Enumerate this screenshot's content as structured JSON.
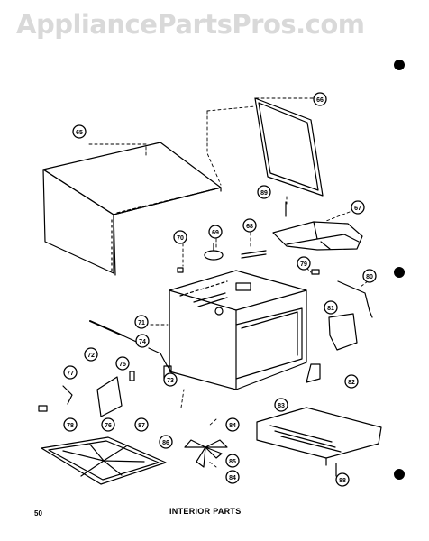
{
  "watermark": "AppliancePartsPros.com",
  "page_number": "50",
  "caption": "INTERIOR PARTS",
  "callouts": [
    {
      "id": "c65",
      "label": "65"
    },
    {
      "id": "c66",
      "label": "66"
    },
    {
      "id": "c67",
      "label": "67"
    },
    {
      "id": "c68",
      "label": "68"
    },
    {
      "id": "c69",
      "label": "69"
    },
    {
      "id": "c70",
      "label": "70"
    },
    {
      "id": "c71",
      "label": "71"
    },
    {
      "id": "c72",
      "label": "72"
    },
    {
      "id": "c73",
      "label": "73"
    },
    {
      "id": "c74",
      "label": "74"
    },
    {
      "id": "c75",
      "label": "75"
    },
    {
      "id": "c76",
      "label": "76"
    },
    {
      "id": "c77",
      "label": "77"
    },
    {
      "id": "c78",
      "label": "78"
    },
    {
      "id": "c79",
      "label": "79"
    },
    {
      "id": "c80",
      "label": "80"
    },
    {
      "id": "c81",
      "label": "81"
    },
    {
      "id": "c82",
      "label": "82"
    },
    {
      "id": "c83",
      "label": "83"
    },
    {
      "id": "c84a",
      "label": "84"
    },
    {
      "id": "c84b",
      "label": "84"
    },
    {
      "id": "c85",
      "label": "85"
    },
    {
      "id": "c86",
      "label": "86"
    },
    {
      "id": "c87",
      "label": "87"
    },
    {
      "id": "c88",
      "label": "88"
    },
    {
      "id": "c89",
      "label": "89"
    }
  ]
}
